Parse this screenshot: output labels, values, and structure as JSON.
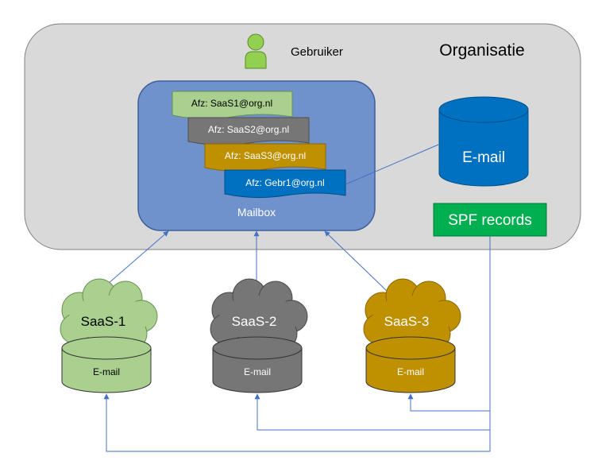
{
  "organisation": {
    "title": "Organisatie"
  },
  "user": {
    "label": "Gebruiker"
  },
  "mailbox": {
    "label": "Mailbox",
    "messages": [
      {
        "sender": "Afz: SaaS1@org.nl",
        "color": "#a9d08e"
      },
      {
        "sender": "Afz: SaaS2@org.nl",
        "color": "#767676"
      },
      {
        "sender": "Afz: SaaS3@org.nl",
        "color": "#bf9000"
      },
      {
        "sender": "Afz: Gebr1@org.nl",
        "color": "#0070c0"
      }
    ]
  },
  "email_server": {
    "label": "E-mail",
    "color": "#0070c0"
  },
  "spf": {
    "label": "SPF records",
    "color": "#00b050"
  },
  "saas": [
    {
      "name": "SaaS-1",
      "db_label": "E-mail",
      "color": "#a9d08e"
    },
    {
      "name": "SaaS-2",
      "db_label": "E-mail",
      "color": "#767676"
    },
    {
      "name": "SaaS-3",
      "db_label": "E-mail",
      "color": "#bf9000"
    }
  ],
  "colors": {
    "organisation_bg": "#d9d9d9",
    "mailbox_bg": "#7092cc",
    "connector": "#4472c4"
  },
  "icons": {
    "user": "person-icon",
    "cloud": "cloud-icon",
    "database": "database-icon"
  }
}
